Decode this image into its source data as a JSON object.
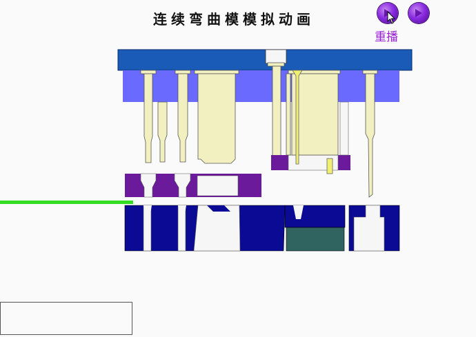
{
  "header": {
    "title": "连续弯曲模模拟动画",
    "replay_label": "重播"
  },
  "controls": {
    "buttons": [
      "replay",
      "play"
    ]
  },
  "status_box": {
    "text": ""
  },
  "colors": {
    "upper_plate": "#1a5bb8",
    "punch_holder": "#6a6aff",
    "punch": "#f2f0c0",
    "stripper": "#6a1a9a",
    "lower_die": "#0a0a94",
    "ejector_block": "#2f6460",
    "strip": "#33dd22",
    "button": "#8a2be2",
    "replay_text": "#9a20d8"
  }
}
